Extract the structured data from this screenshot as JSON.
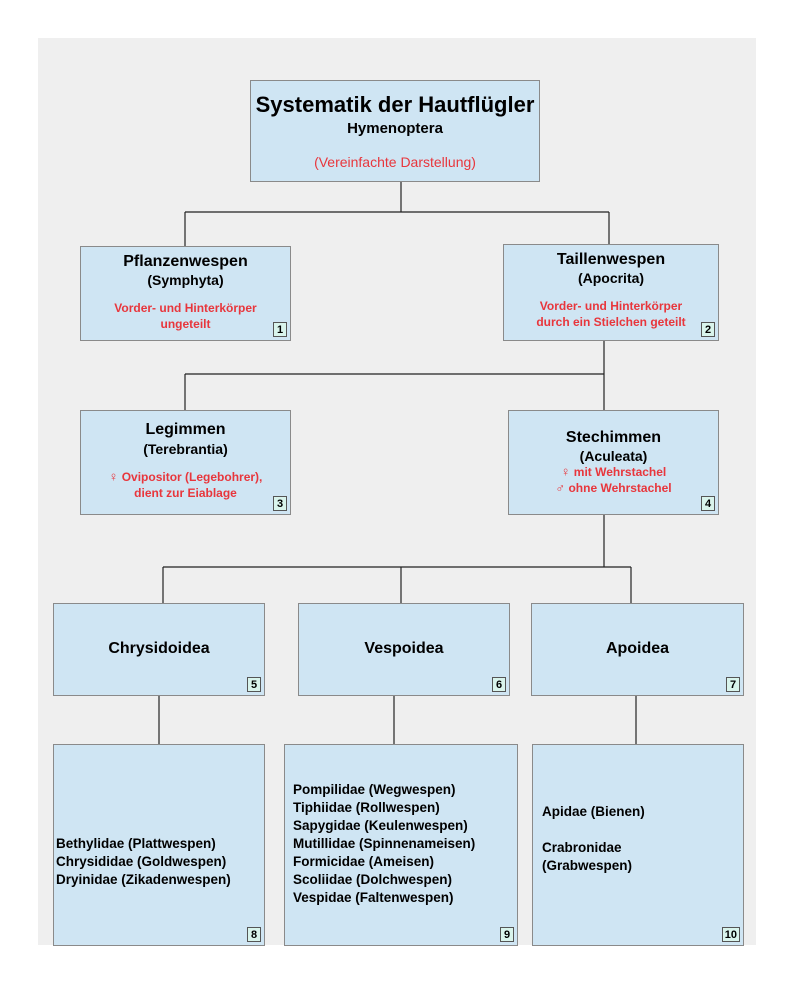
{
  "title_box": {
    "title": "Systematik der Hautflügler",
    "subtitle": "Hymenoptera",
    "note": "(Vereinfachte Darstellung)"
  },
  "nodes": {
    "symphyta": {
      "name": "Pflanzenwespen",
      "latin": "(Symphyta)",
      "note1": "Vorder- und Hinterkörper",
      "note2": "ungeteilt",
      "num": "1"
    },
    "apocrita": {
      "name": "Taillenwespen",
      "latin": "(Apocrita)",
      "note1": "Vorder- und Hinterkörper",
      "note2": "durch ein Stielchen geteilt",
      "num": "2"
    },
    "terebrantia": {
      "name": "Legimmen",
      "latin": "(Terebrantia)",
      "female_symbol": "♀",
      "note1": "Ovipositor (Legebohrer),",
      "note2": "dient zur Eiablage",
      "num": "3"
    },
    "aculeata": {
      "name": "Stechimmen",
      "latin": "(Aculeata)",
      "female_symbol": "♀",
      "male_symbol": "♂",
      "note1": "mit Wehrstachel",
      "note2": "ohne Wehrstachel",
      "num": "4"
    },
    "chrysidoidea": {
      "name": "Chrysidoidea",
      "num": "5"
    },
    "vespoidea": {
      "name": "Vespoidea",
      "num": "6"
    },
    "apoidea": {
      "name": "Apoidea",
      "num": "7"
    }
  },
  "families": {
    "chrysidoidea": {
      "items": [
        "Bethylidae (Plattwespen)",
        "Chrysididae (Goldwespen)",
        "Dryinidae (Zikadenwespen)"
      ],
      "num": "8"
    },
    "vespoidea": {
      "items": [
        "Pompilidae (Wegwespen)",
        "Tiphiidae (Rollwespen)",
        "Sapygidae (Keulenwespen)",
        "Mutillidae (Spinnenameisen)",
        "Formicidae (Ameisen)",
        "Scoliidae (Dolchwespen)",
        "Vespidae (Faltenwespen)"
      ],
      "num": "9"
    },
    "apoidea": {
      "items": [
        "Apidae (Bienen)",
        "",
        "Crabronidae",
        "(Grabwespen)"
      ],
      "num": "10"
    }
  }
}
